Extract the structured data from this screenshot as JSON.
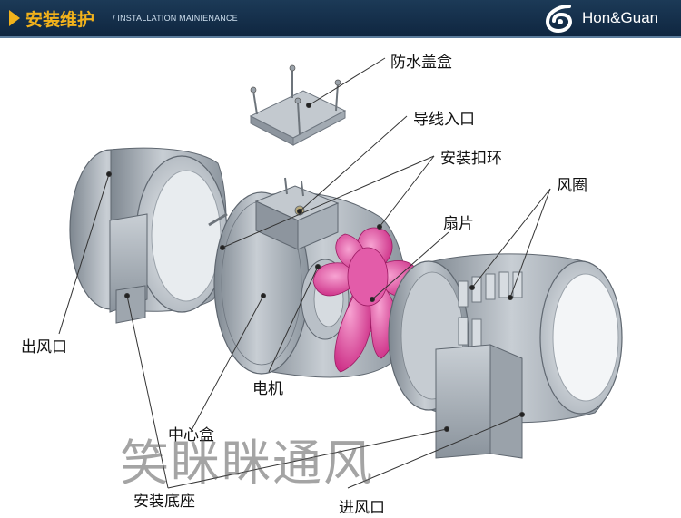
{
  "header": {
    "title": "安装维护",
    "subtitle": "/ INSTALLATION MAINIENANCE",
    "brand": "Hon&Guan"
  },
  "labels": {
    "waterproof_cover_box": "防水盖盒",
    "wire_inlet": "导线入口",
    "mounting_ring": "安装扣环",
    "air_ring": "风圈",
    "blade": "扇片",
    "air_outlet": "出风口",
    "motor": "电机",
    "center_box": "中心盒",
    "mounting_base": "安装底座",
    "air_inlet": "进风口"
  },
  "watermark": "笑眯眯通风",
  "colors": {
    "header_bg": "#142f4b",
    "accent": "#f2b21b",
    "housing": "#a9b1ba",
    "blade": "#e0479c"
  }
}
